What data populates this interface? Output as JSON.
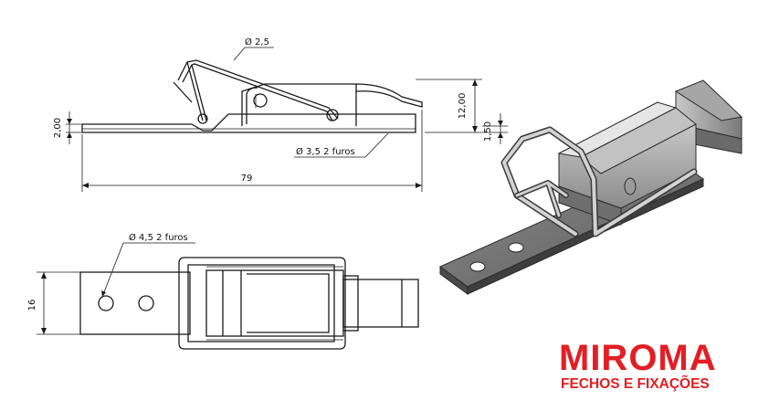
{
  "dimensions": {
    "wire_diameter": "Ø 2,5",
    "height_total": "12,00",
    "thickness": "2,00",
    "base_thickness": "1,50",
    "rivet_holes": "Ø 3,5  2 furos",
    "length": "79",
    "mount_holes": "Ø 4,5  2 furos",
    "width": "16"
  },
  "brand": {
    "name": "MIROMA",
    "tagline": "FECHOS E FIXAÇÕES",
    "color": "#e31e24"
  }
}
